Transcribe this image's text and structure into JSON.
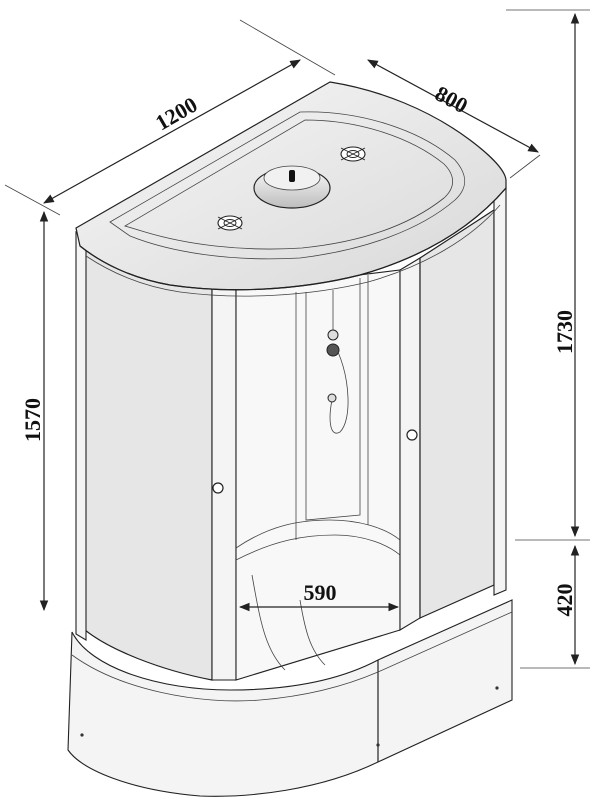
{
  "dimensions": {
    "width": "1200",
    "depth": "800",
    "total_height": "1730",
    "cabin_height": "1570",
    "tray_height": "420",
    "entrance_width": "590"
  }
}
